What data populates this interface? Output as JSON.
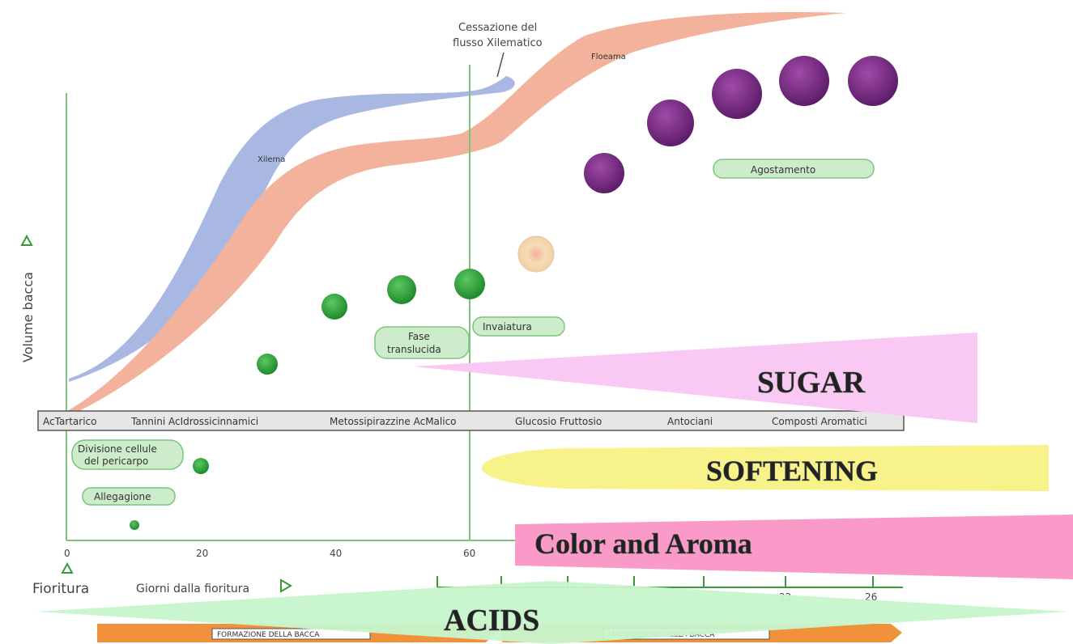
{
  "annotation": {
    "line1": "Cessazione del",
    "line2": "flusso Xilematico"
  },
  "band_labels": {
    "xylem": "Xilema",
    "phloem": "Floeama"
  },
  "axes": {
    "y_label": "Volume bacca",
    "x_label": "Giorni dalla fioritura",
    "origin_label": "Fioritura",
    "x_ticks": [
      "0",
      "20",
      "40",
      "60"
    ],
    "lower_ticks": [
      "22",
      "26"
    ]
  },
  "stages": {
    "division": [
      "Divisione cellule",
      "del pericarpo"
    ],
    "fruit_set": "Allegagione",
    "translucent": [
      "Fase",
      "translucida"
    ],
    "veraison": "Invaiatura",
    "ripening": "Agostamento"
  },
  "compounds": [
    "AcTartarico",
    "Tannini AcIdrossicinnamici",
    "Metossipirazzine AcMalico",
    "Glucosio Fruttosio",
    "Antociani",
    "Composti Aromatici"
  ],
  "phases": {
    "left": "FORMAZIONE DELLA BACCA",
    "right": "MATURAZIONE DELLA BACCA"
  },
  "overlays": {
    "sugar": "SUGAR",
    "softening": "SOFTENING",
    "color_aroma": "Color and Aroma",
    "acids": "ACIDS"
  },
  "colors": {
    "green_line": "#7cc47c",
    "xylem": "#a9b8e3",
    "phloem": "#f2b29c",
    "green_berry": "#2e9e3a",
    "purple_berry": "#7b2f86",
    "sugar": "#f9c8f3",
    "softening": "#f7f28a",
    "color_aroma": "#f99ac8",
    "acids": "#c7f5cc",
    "arrow": "#f0923b"
  }
}
